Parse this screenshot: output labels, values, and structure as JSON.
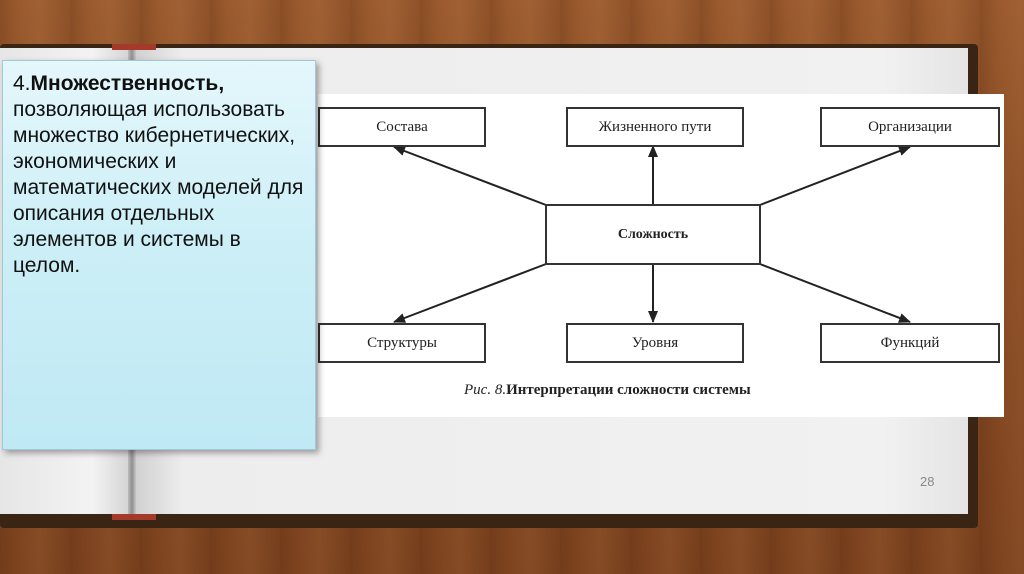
{
  "text_block": {
    "number": "4.",
    "heading": "Множественность,",
    "body": "позволяющая использовать множество кибернетических, экономических и математических моделей для описания отдельных элементов и системы в целом."
  },
  "diagram": {
    "center": "Сложность",
    "top_nodes": [
      "Состава",
      "Жизненного пути",
      "Организации"
    ],
    "bottom_nodes": [
      "Структуры",
      "Уровня",
      "Функций"
    ],
    "caption_prefix": "Рис. 8.",
    "caption_title": "Интерпретации сложности системы"
  },
  "page_number": "28"
}
